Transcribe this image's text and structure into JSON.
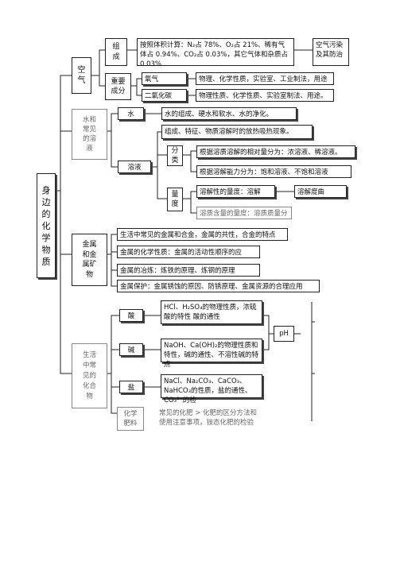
{
  "root": "身\n边\n的\n化\n学\n物\n质",
  "air": {
    "label": "空\n气",
    "composition_label": "组\n成",
    "composition_text": "按照体积计算：N₂占 78%、O₂占 21%、稀有气体占 0.94%、CO₂占 0.03%，其它气体和杂质占 0.03%",
    "pollution": "空气污染及其防治",
    "important_label": "重要\n成分",
    "oxygen": "氧气",
    "oxygen_props": "物理、化学性质，实验室、工业制法，用途",
    "co2": "二氧化碳",
    "co2_props": "物理性质、化学性质、实验室制法、用途。"
  },
  "water": {
    "label": "水和\n常见\n的溶\n液",
    "water_node": "水",
    "water_text": "水的组成、硬水和软水、水的净化。",
    "solution_node": "溶液",
    "solution_text": "组成、特征、物质溶解时的放热吸热现象。",
    "classify_label": "分\n类",
    "classify_a": "根据溶质溶解的相对量分为：浓溶液、稀溶液。",
    "classify_b": "根据溶解能力分为：饱和溶液、不饱和溶液",
    "amount_label": "量\n度",
    "solubility": "溶解性的量度：溶解",
    "solubility_curve": "溶解度曲",
    "mass_fraction": "溶质含量的量度：溶质质量分"
  },
  "metals": {
    "label": "金属\n和金\n属矿\n物",
    "item1": "生活中常见的金属和合金，金属的共性，合金的特点",
    "item2": "金属的化学性质：金属的活动性顺序的应",
    "item3": "金属的冶炼：炼铁的原理、炼钢的原理",
    "item4": "金属保护：金属锈蚀的原因、防锈原理、金属资源的合理应用"
  },
  "compounds": {
    "label": "生活\n中常\n见的\n化合\n物",
    "acid": "酸",
    "acid_text": "HCl、H₂SO₄的物理性质，浓硫酸的特性 酸的通性",
    "base": "碱",
    "base_text": "NaOH、Ca(OH)₂的物理性质和特性，碱的通性、不溶性碱的特点",
    "salt": "盐",
    "salt_text": "NaCl、Na₂CO₃、CaCO₃、NaHCO₃的性质，盐的通性、CO₃²⁻的检",
    "ph": "pH",
    "fertilizer": "化学\n肥料",
    "fertilizer_text": "常见的化肥 > 化肥的区分方法和 使用注意事项，铵态化肥的检验"
  }
}
